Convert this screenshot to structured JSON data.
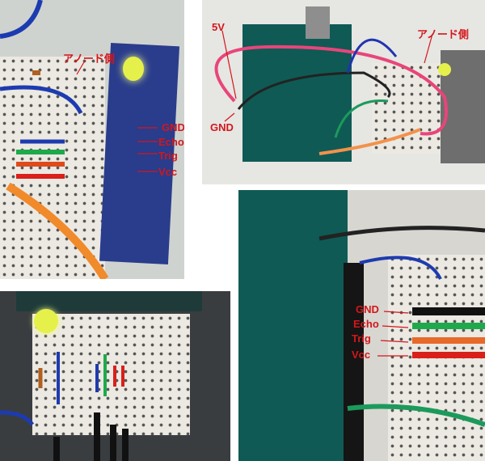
{
  "panels": {
    "top_left": {
      "anode_label": "アノード側",
      "pins": [
        "GND",
        "Echo",
        "Trig",
        "Vcc"
      ]
    },
    "top_right": {
      "v5_label": "5V",
      "gnd_label": "GND",
      "anode_label": "アノード側"
    },
    "bottom_right": {
      "pins": [
        "GND",
        "Echo",
        "Trig",
        "Vcc"
      ]
    }
  },
  "colors": {
    "label": "#d4161b"
  }
}
